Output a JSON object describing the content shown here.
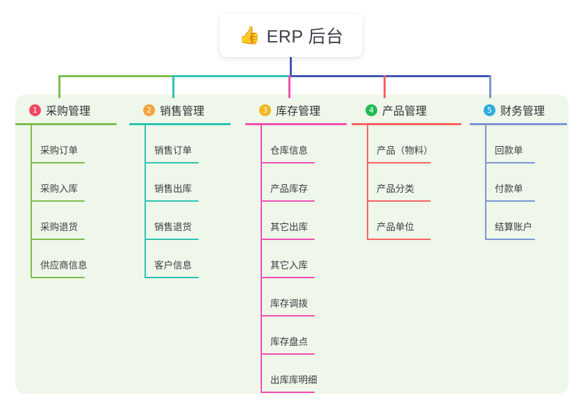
{
  "root": {
    "icon": "thumbs-up-icon",
    "icon_glyph": "👍",
    "label": "ERP 后台"
  },
  "theme": {
    "panel_bg": "#eef7e9",
    "page_bg": "#ffffff",
    "card_bg": "#ffffff",
    "text": "#3a3d44",
    "stem": "#4254b5"
  },
  "columns": [
    {
      "number": "1",
      "badge_glyph": "1",
      "badge_color": "#f0485f",
      "title": "采购管理",
      "line_color": "#7dbd4c",
      "items": [
        {
          "label": "采购订单"
        },
        {
          "label": "采购入库"
        },
        {
          "label": "采购退货"
        },
        {
          "label": "供应商信息"
        }
      ]
    },
    {
      "number": "2",
      "badge_glyph": "2",
      "badge_color": "#f7a23b",
      "title": "销售管理",
      "line_color": "#2cc3b4",
      "items": [
        {
          "label": "销售订单"
        },
        {
          "label": "销售出库"
        },
        {
          "label": "销售退货"
        },
        {
          "label": "客户信息"
        }
      ]
    },
    {
      "number": "3",
      "badge_glyph": "3",
      "badge_color": "#f5b41d",
      "title": "库存管理",
      "line_color": "#ef4fb0",
      "items": [
        {
          "label": "仓库信息"
        },
        {
          "label": "产品库存"
        },
        {
          "label": "其它出库"
        },
        {
          "label": "其它入库"
        },
        {
          "label": "库存调拨"
        },
        {
          "label": "库存盘点"
        },
        {
          "label": "出库库明细"
        }
      ]
    },
    {
      "number": "4",
      "badge_glyph": "4",
      "badge_color": "#22bb55",
      "title": "产品管理",
      "line_color": "#f9615e",
      "items": [
        {
          "label": "产品（物料）"
        },
        {
          "label": "产品分类"
        },
        {
          "label": "产品单位"
        }
      ]
    },
    {
      "number": "5",
      "badge_glyph": "5",
      "badge_color": "#2bacdf",
      "title": "财务管理",
      "line_color": "#7b93d6",
      "items": [
        {
          "label": "回款单"
        },
        {
          "label": "付款单"
        },
        {
          "label": "结算账户"
        }
      ]
    }
  ]
}
